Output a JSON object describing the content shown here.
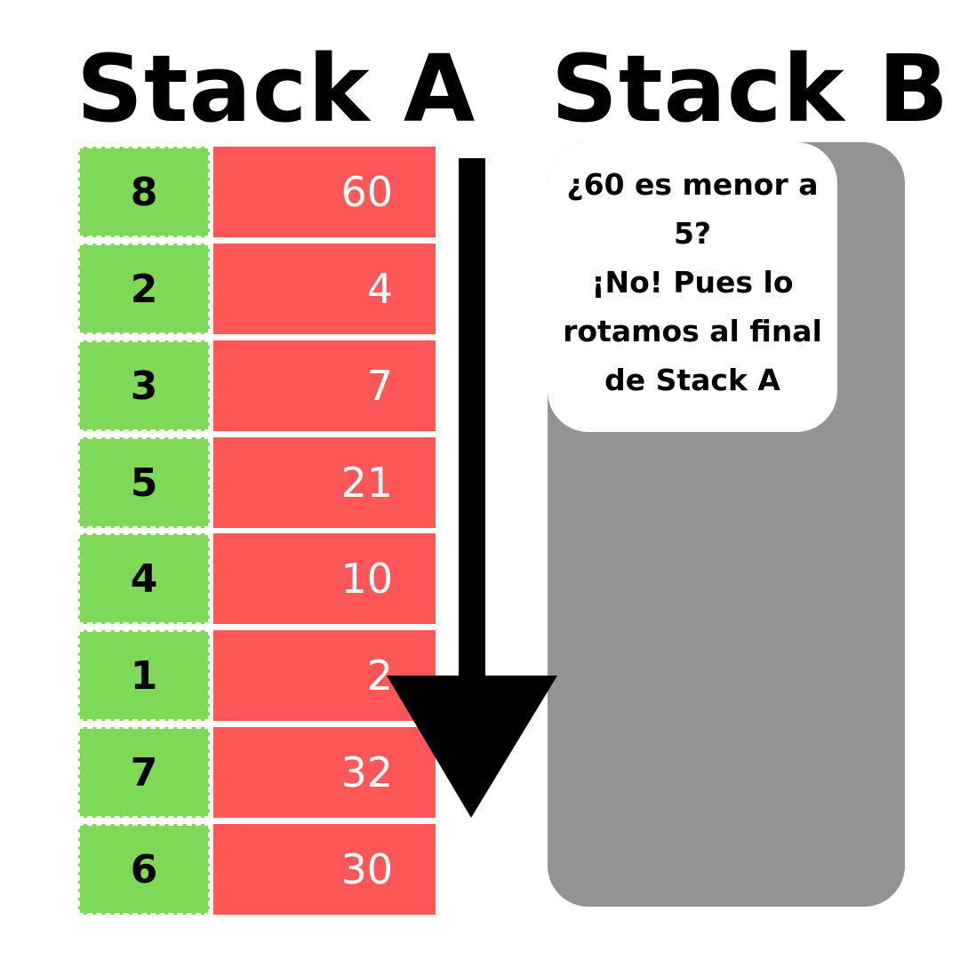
{
  "titles": {
    "stack_a": "Stack A",
    "stack_b": "Stack B"
  },
  "stack_a": {
    "rows": [
      {
        "index": "8",
        "value": "60"
      },
      {
        "index": "2",
        "value": "4"
      },
      {
        "index": "3",
        "value": "7"
      },
      {
        "index": "5",
        "value": "21"
      },
      {
        "index": "4",
        "value": "10"
      },
      {
        "index": "1",
        "value": "2"
      },
      {
        "index": "7",
        "value": "32"
      },
      {
        "index": "6",
        "value": "30"
      }
    ]
  },
  "stack_b": {
    "callout": "¿60 es menor a\n5?\n¡No! Pues lo\nrotamos al final\nde Stack A"
  },
  "colors": {
    "index_cell": "#7ed957",
    "value_cell": "#ff5757",
    "stack_b_panel": "#939393",
    "arrow": "#000000"
  }
}
